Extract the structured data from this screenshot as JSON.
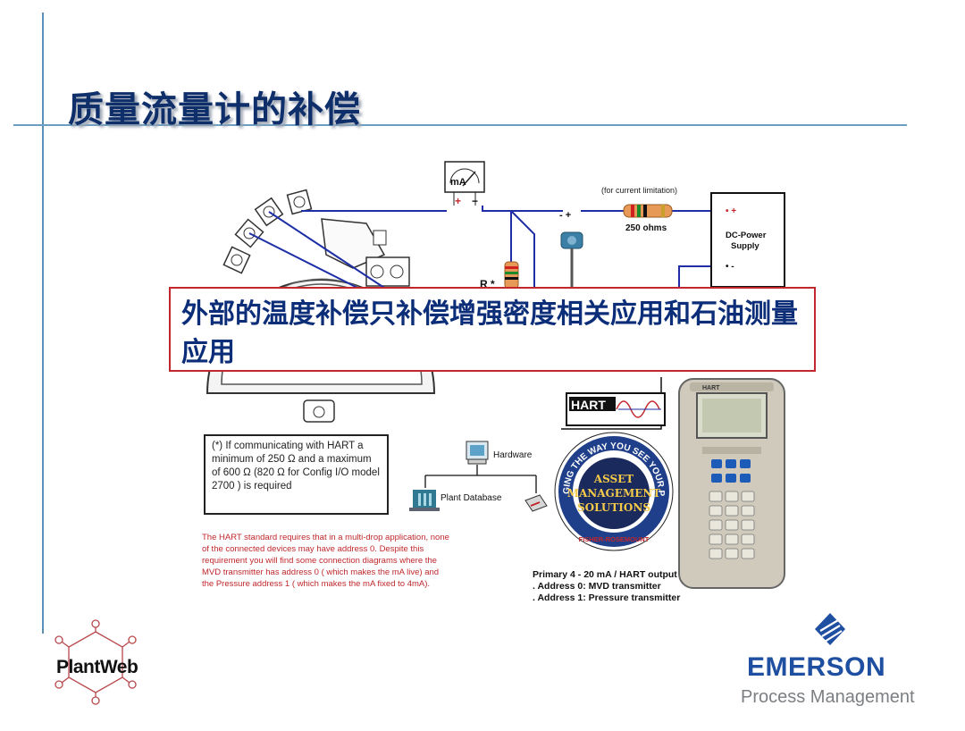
{
  "slide": {
    "title": "质量流量计的补偿"
  },
  "callout": {
    "text": "外部的温度补偿只补偿增强密度相关应用和石油测量应用"
  },
  "circuit": {
    "meter_label": "mA",
    "current_limit_label": "(for current limitation)",
    "resistor_label": "250 ohms",
    "power_supply_label": "DC-Power Supply",
    "r_label": "R *",
    "plus": "+",
    "minus": "−"
  },
  "note_box": {
    "text": "(*) If communicating with HART a minimum of 250 Ω  and a maximum of 600 Ω  (820 Ω for Config I/O model 2700 ) is required"
  },
  "hart_note": {
    "text": "The HART standard requires that in a multi-drop application, none of the connected devices may have address 0. Despite this requirement you will find some connection diagrams where the MVD transmitter has address 0 ( which makes the mA live) and the Pressure  address 1  ( which makes the mA fixed to 4mA)."
  },
  "network": {
    "hardware_label": "Hardware",
    "database_label": "Plant Database"
  },
  "hart_logo": {
    "text": "HART"
  },
  "asset_badge": {
    "ring_text": "CHANGING THE WAY YOU SEE YOUR PLANT",
    "line1": "ASSET",
    "line2": "MANAGEMENT",
    "line3": "SOLUTIONS",
    "bottom": "FISHER-ROSEMOUNT"
  },
  "primary_output": {
    "line1": "Primary 4 - 20 mA / HART output",
    "line2": ". Address 0: MVD transmitter",
    "line3": ". Address 1: Pressure transmitter"
  },
  "communicator": {
    "brand": "HART"
  },
  "brand": {
    "plantweb": "PlantWeb",
    "emerson": "EMERSON",
    "process_management": "Process Management"
  },
  "colors": {
    "title": "#0f2f6b",
    "callout_border": "#c1272d",
    "callout_text": "#0c2d78",
    "wire": "#1d2ea6",
    "hart_note": "#c0282d",
    "emerson_blue": "#1f4fa0",
    "guide_line": "#6b9fc2"
  }
}
